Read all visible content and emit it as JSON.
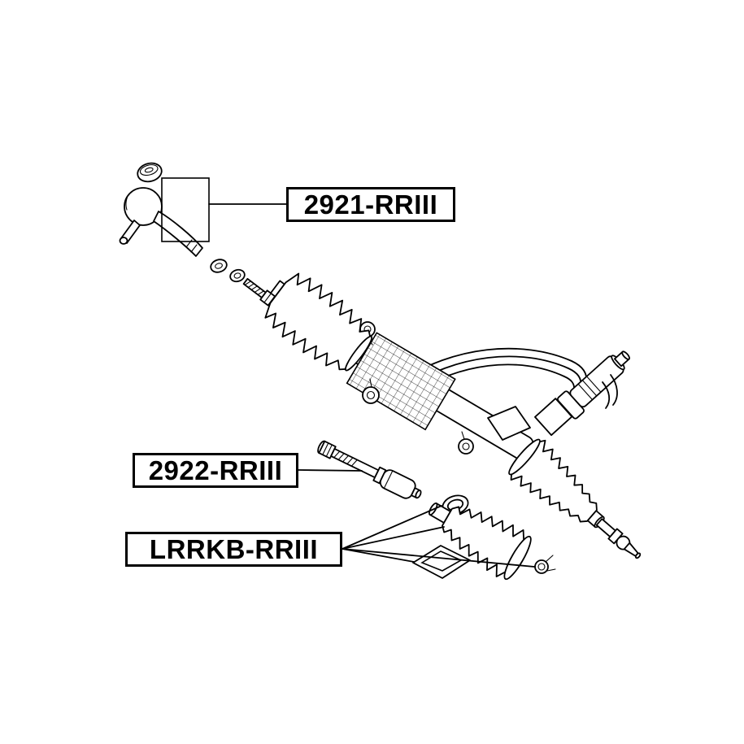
{
  "diagram": {
    "background_color": "#ffffff",
    "line_color": "#000000",
    "labels": [
      {
        "text": "2921-RRIII",
        "part": "tie-rod-end"
      },
      {
        "text": "2922-RRIII",
        "part": "inner-tie-rod-axial-joint"
      },
      {
        "text": "LRRKB-RRIII",
        "part": "steering-rack-boot-kit"
      }
    ]
  }
}
